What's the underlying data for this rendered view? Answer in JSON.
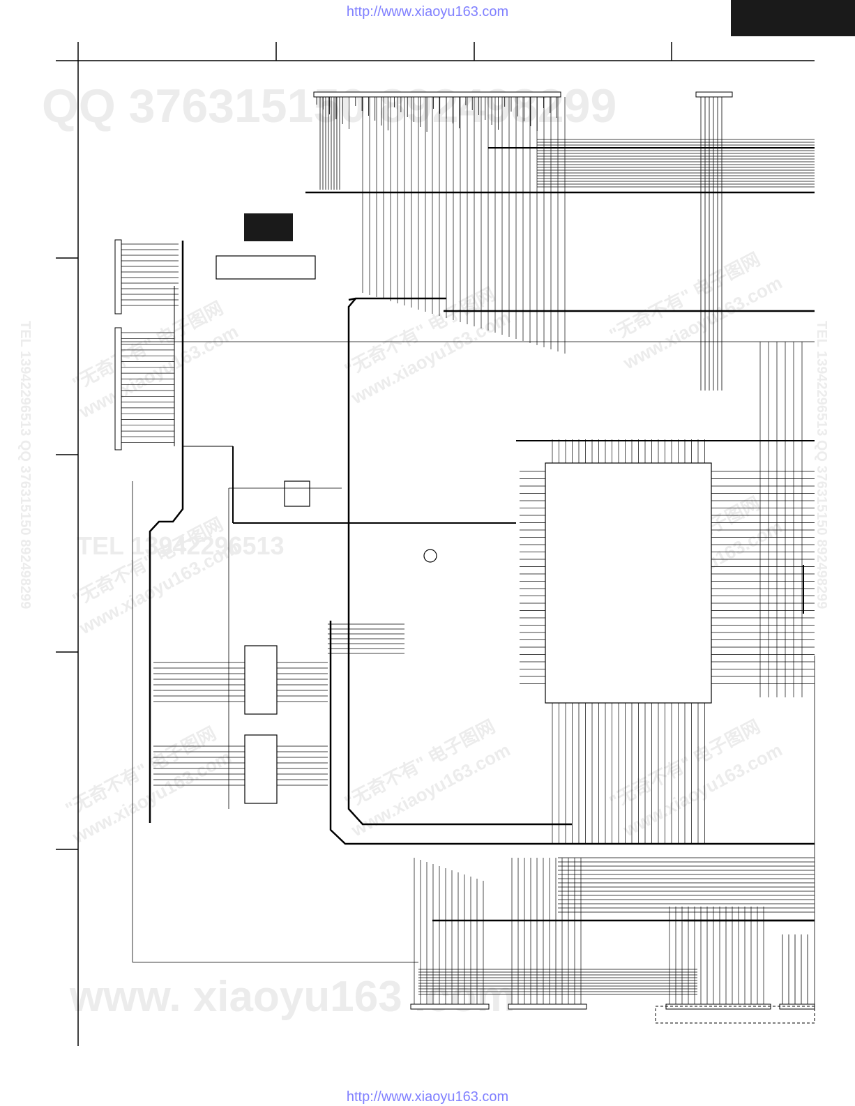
{
  "header": {
    "url": "http://www.xiaoyu163.com"
  },
  "footer": {
    "url": "http://www.xiaoyu163.com"
  },
  "watermarks": {
    "qq_banner": "QQ 376315150  892498299",
    "tel_line": "TEL 13942296513",
    "site_big": "www. xiaoyu163 .com",
    "site_small": "www.xiaoyu163.com",
    "slogan": "\"无奇不有\" 电子图网",
    "side_text": "TEL 13942296513  QQ 376315150  892498299"
  },
  "colors": {
    "line": "#000000",
    "link": "#8080ff",
    "tab": "#1a1a1a",
    "watermark": "#ececec"
  }
}
